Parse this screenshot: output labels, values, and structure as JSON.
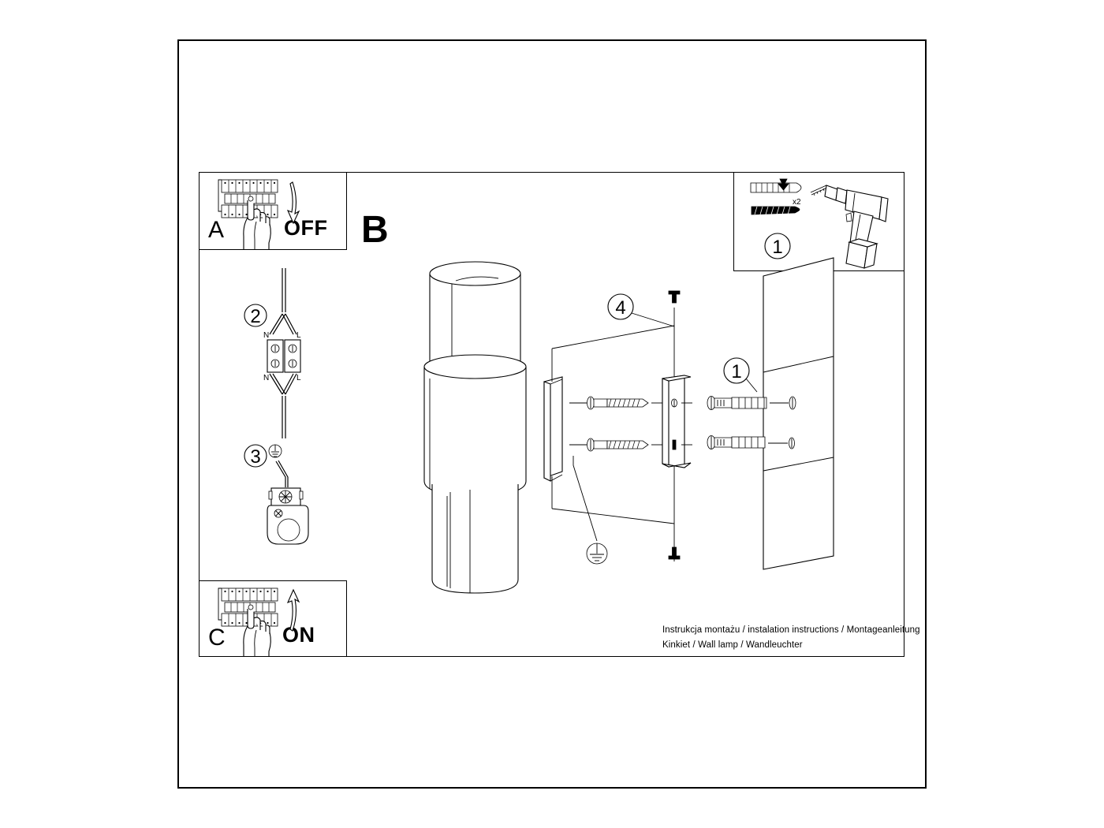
{
  "document": {
    "type": "installation-instruction-sheet",
    "caption_line_1": "Instrukcja montażu / instalation instructions / Montageanleitung",
    "caption_line_2": "Kinkiet / Wall lamp / Wandleuchter"
  },
  "sections": {
    "panel_a": {
      "letter": "A",
      "action_label": "OFF",
      "icon": "circuit-breaker-panel",
      "description": "hand switching consumer unit off"
    },
    "panel_b": {
      "letter": "B",
      "description": "main exploded assembly view"
    },
    "panel_c": {
      "letter": "C",
      "action_label": "ON",
      "icon": "circuit-breaker-panel",
      "description": "hand switching consumer unit on"
    }
  },
  "steps": [
    {
      "number": "1",
      "location": "tools-panel",
      "icon": "wall-plug-and-screw",
      "quantity_label": "x2",
      "tool": "power-drill"
    },
    {
      "number": "2",
      "location": "wiring-diagram",
      "icon": "terminal-block",
      "terminals": [
        "N",
        "L",
        "N",
        "L"
      ]
    },
    {
      "number": "3",
      "location": "earth-diagram",
      "icon": "earth-ground-symbol"
    },
    {
      "number": "4",
      "location": "assembly-view",
      "icon": "mounting-bracket"
    },
    {
      "number": "1",
      "location": "assembly-view",
      "icon": "wall-anchor-screw"
    }
  ],
  "labels": {
    "terminal_top_n": "N",
    "terminal_top_l": "L",
    "terminal_bottom_n": "N",
    "terminal_bottom_l": "L",
    "quantity": "x2"
  },
  "colors": {
    "line": "#000000",
    "background": "#ffffff",
    "fill": "#ffffff"
  }
}
